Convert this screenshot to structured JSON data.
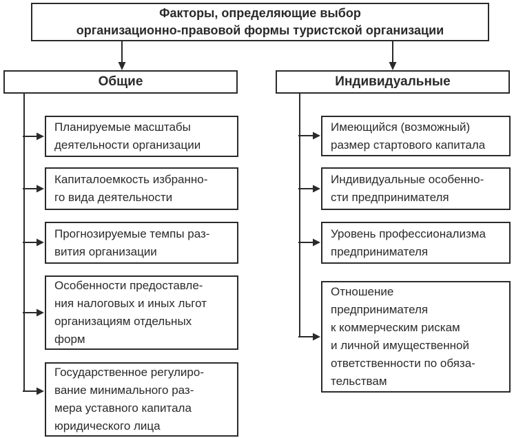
{
  "title": "Факторы, определяющие выбор\nорганизационно-правовой формы туристской организации",
  "columns": [
    {
      "header": "Общие",
      "items": [
        "Планируемые масштабы\nдеятельности организации",
        "Капиталоемкость избранно-\nго вида деятельности",
        "Прогнозируемые темпы раз-\nвития организации",
        "Особенности предоставле-\nния налоговых и иных льгот\nорганизациям отдельных\nформ",
        "Государственное регулиро-\nвание минимального раз-\nмера уставного капитала\nюридического лица"
      ]
    },
    {
      "header": "Индивидуальные",
      "items": [
        "Имеющийся (возможный)\nразмер стартового капитала",
        "Индивидуальные особенно-\nсти предпринимателя",
        "Уровень профессионализма\nпредпринимателя",
        "Отношение\nпредпринимателя\nк коммерческим рискам\nи личной имущественной\nответственности по обяза-\nтельствам"
      ]
    }
  ],
  "colors": {
    "ink": "#2a2a2a",
    "background": "#ffffff"
  }
}
